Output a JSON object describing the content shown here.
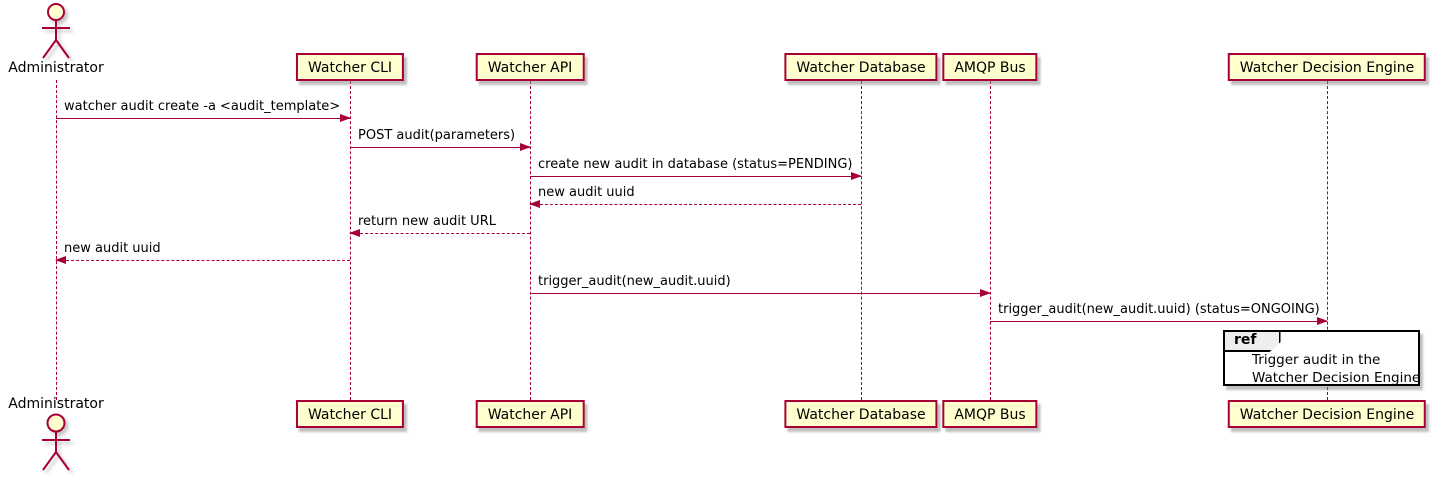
{
  "diagram": {
    "type": "uml-sequence",
    "actor": {
      "label": "Administrator"
    },
    "participants": [
      {
        "id": "cli",
        "label": "Watcher CLI"
      },
      {
        "id": "api",
        "label": "Watcher API"
      },
      {
        "id": "db",
        "label": "Watcher Database"
      },
      {
        "id": "amqp",
        "label": "AMQP Bus"
      },
      {
        "id": "wde",
        "label": "Watcher Decision Engine"
      }
    ],
    "messages": [
      {
        "from": "admin",
        "to": "cli",
        "style": "solid",
        "label": "watcher audit create -a <audit_template>"
      },
      {
        "from": "cli",
        "to": "api",
        "style": "solid",
        "label": "POST audit(parameters)"
      },
      {
        "from": "api",
        "to": "db",
        "style": "solid",
        "label": "create new audit in database (status=PENDING)"
      },
      {
        "from": "db",
        "to": "api",
        "style": "dashed",
        "label": "new audit uuid"
      },
      {
        "from": "api",
        "to": "cli",
        "style": "dashed",
        "label": "return new audit URL"
      },
      {
        "from": "cli",
        "to": "admin",
        "style": "dashed",
        "label": "new audit uuid"
      },
      {
        "from": "api",
        "to": "amqp",
        "style": "solid",
        "label": "trigger_audit(new_audit.uuid)"
      },
      {
        "from": "amqp",
        "to": "wde",
        "style": "solid",
        "label": "trigger_audit(new_audit.uuid) (status=ONGOING)"
      }
    ],
    "ref": {
      "keyword": "ref",
      "lines": [
        "Trigger audit in the",
        "Watcher Decision Engine"
      ],
      "over": "wde"
    },
    "colors": {
      "background": "#FFFFFF",
      "participant_fill": "#FEFECE",
      "accent": "#A80036",
      "text": "#000000",
      "ref_border": "#000000",
      "ref_header_fill": "#EEEEEE"
    }
  }
}
